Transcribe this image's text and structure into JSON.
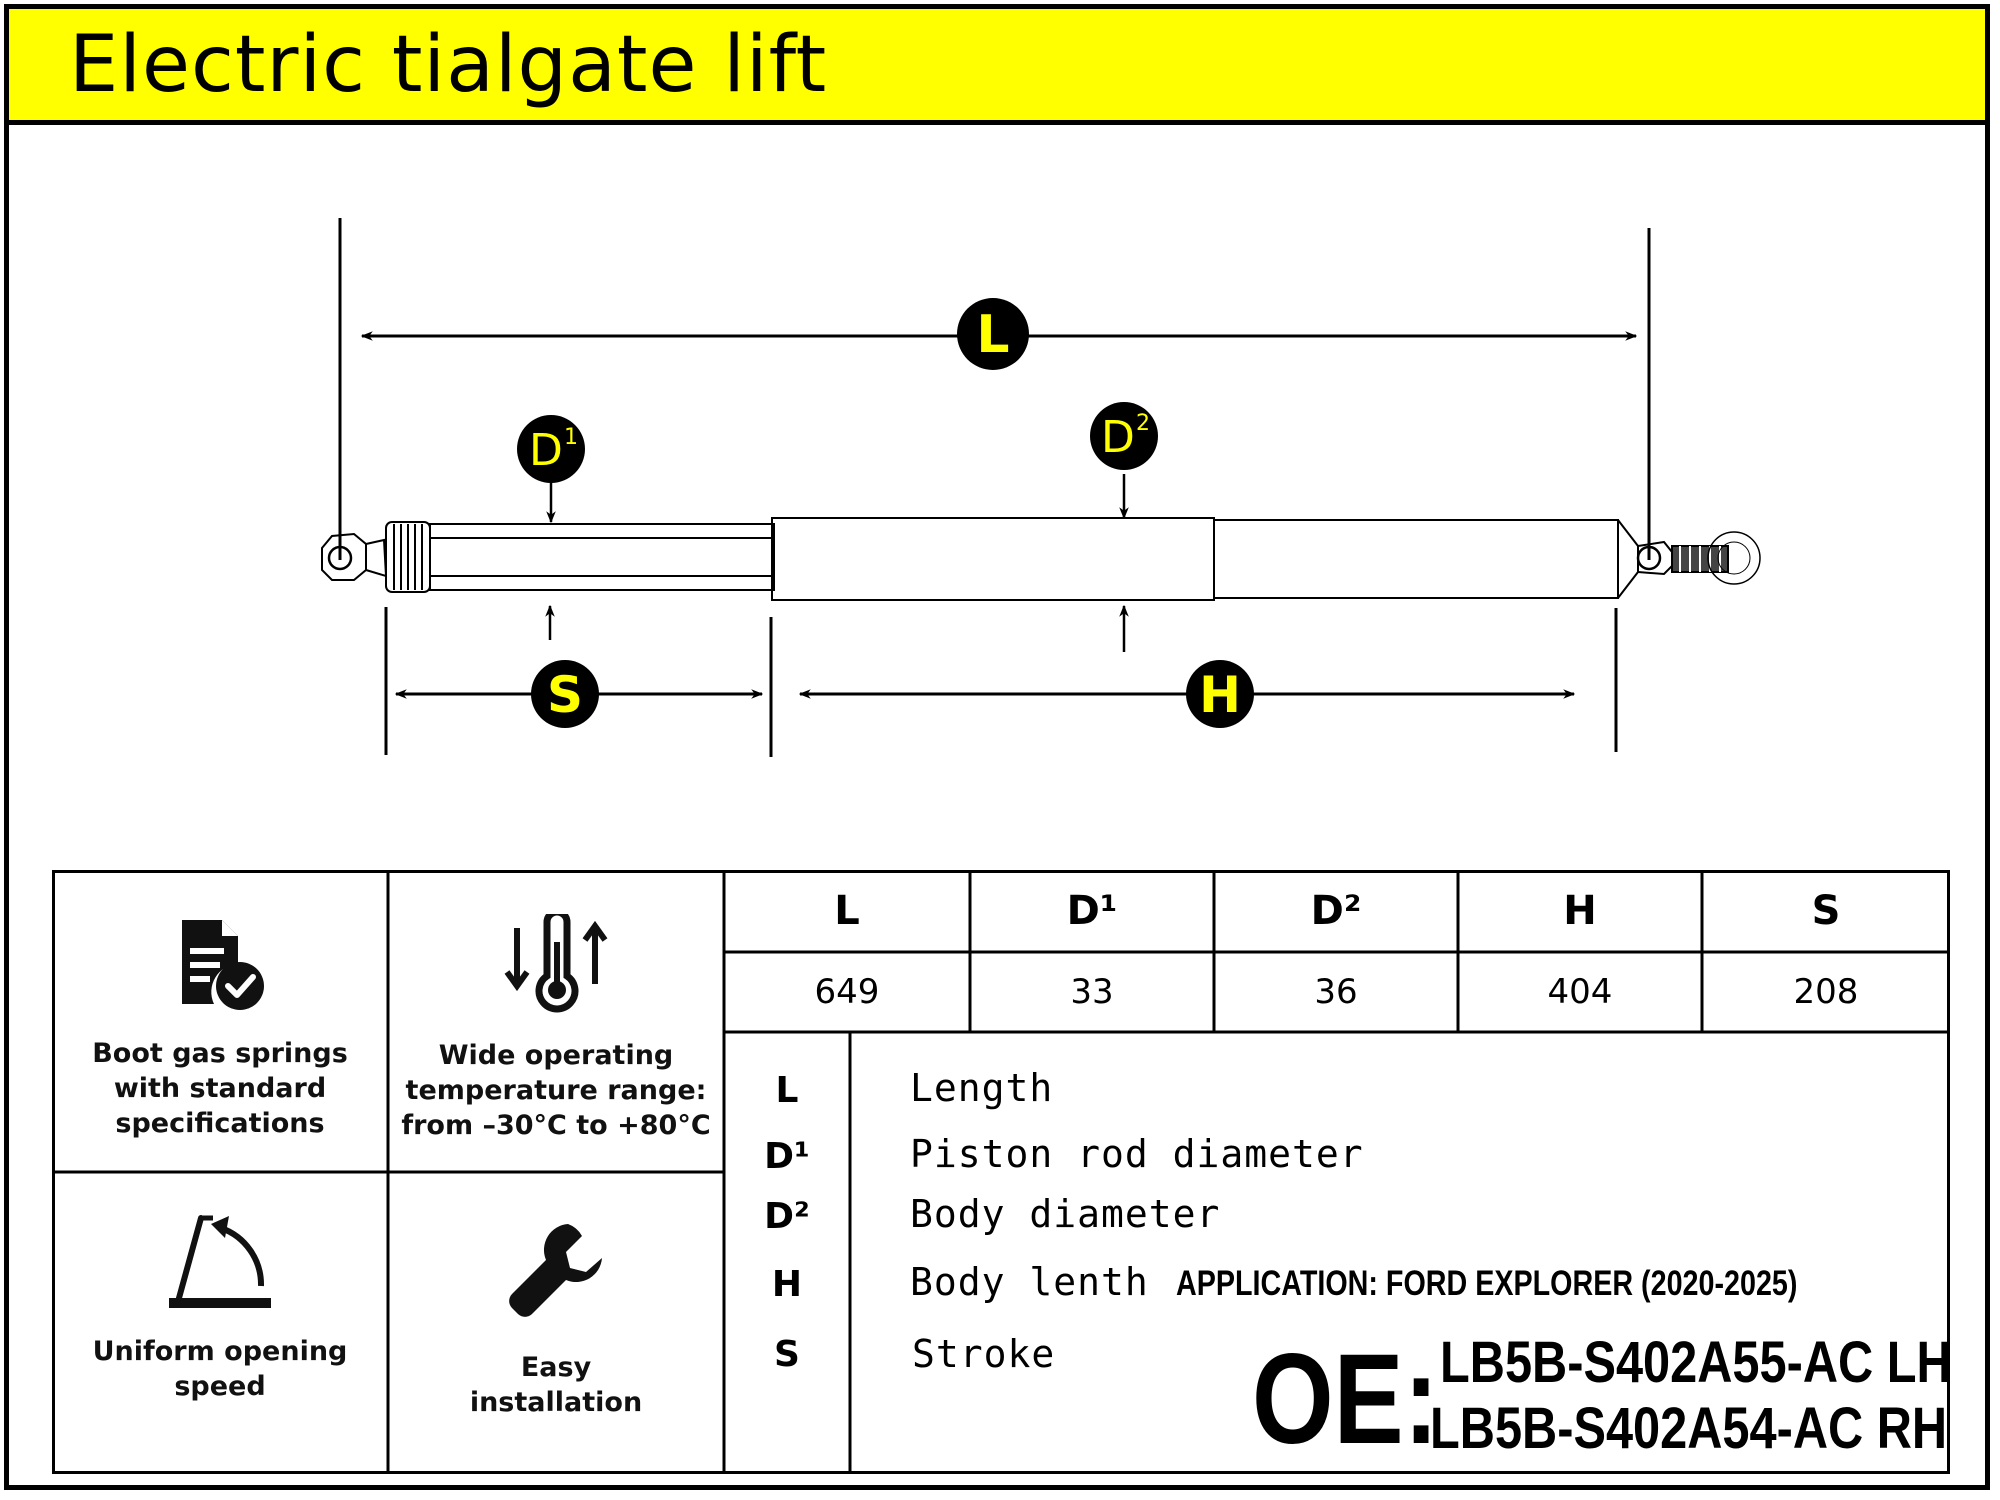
{
  "header": {
    "title": "Electric tialgate lift",
    "background": "#ffff00"
  },
  "diagram": {
    "markers": [
      {
        "key": "L",
        "text": "L"
      },
      {
        "key": "S",
        "text": "S"
      },
      {
        "key": "H",
        "text": "H"
      },
      {
        "key": "D1",
        "base": "D",
        "sup": "1"
      },
      {
        "key": "D2",
        "base": "D",
        "sup": "2"
      }
    ],
    "marker_text_color": "#ffff00"
  },
  "features": [
    {
      "icon": "document-check-icon",
      "text": [
        "Boot gas springs",
        "with standard",
        "specifications"
      ]
    },
    {
      "icon": "thermometer-arrows-icon",
      "text": [
        "Wide operating",
        "temperature range:",
        "from –30°C to +80°C"
      ]
    },
    {
      "icon": "opening-angle-icon",
      "text": [
        "Uniform opening",
        "speed"
      ]
    },
    {
      "icon": "wrench-icon",
      "text": [
        "Easy",
        "installation"
      ]
    }
  ],
  "spec_table": {
    "headers": [
      "L",
      "D¹",
      "D²",
      "H",
      "S"
    ],
    "values": [
      "649",
      "33",
      "36",
      "404",
      "208"
    ]
  },
  "legend": [
    {
      "symbol": "L",
      "description": "Length"
    },
    {
      "symbol": "D¹",
      "description": "Piston rod diameter"
    },
    {
      "symbol": "D²",
      "description": "Body diameter"
    },
    {
      "symbol": "H",
      "description": "Body lenth"
    },
    {
      "symbol": "S",
      "description": "Stroke"
    }
  ],
  "application": "APPLICATION: FORD EXPLORER (2020-2025)",
  "oe": {
    "label": "OE:",
    "numbers": [
      "LB5B-S402A55-AC LH",
      "LB5B-S402A54-AC  RH"
    ]
  }
}
